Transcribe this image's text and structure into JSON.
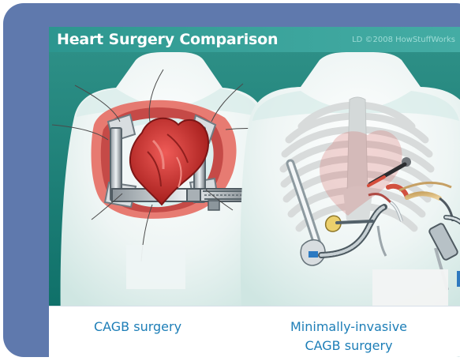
{
  "header": {
    "title": "Heart Surgery Comparison",
    "credit": "LD ©2008 HowStuffWorks"
  },
  "captions": {
    "left": "CAGB surgery",
    "right_line1": "Minimally-invasive",
    "right_line2": "CAGB surgery"
  },
  "colors": {
    "frame": "#5f79ad",
    "teal_bar": "#2f8e88",
    "caption_text": "#1d7eb7",
    "heart": "#c82d2d",
    "incision": "#e66a5f"
  }
}
